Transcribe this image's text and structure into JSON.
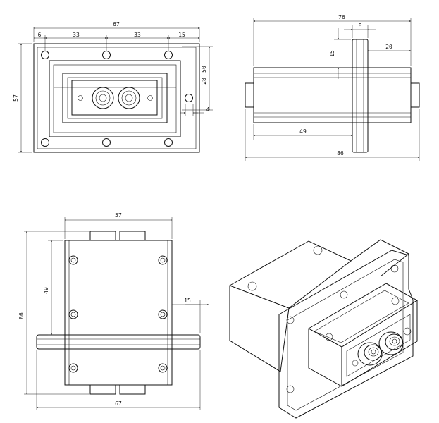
{
  "drawing": {
    "front_view": {
      "dims": {
        "overall_width": "67",
        "left_offset": "6",
        "pitch_a": "33",
        "pitch_b": "33",
        "right_offset": "15",
        "height": "57",
        "inner_a": "28",
        "inner_b": "50",
        "edge": "4"
      }
    },
    "side_view": {
      "dims": {
        "overall_top": "76",
        "flange_thickness": "8",
        "step": "15",
        "protrusion": "20",
        "body_length": "49",
        "overall_bottom": "86"
      }
    },
    "top_view": {
      "dims": {
        "width": "57",
        "hole_span": "49",
        "height": "86",
        "offset": "15",
        "bottom_width": "67"
      }
    }
  }
}
